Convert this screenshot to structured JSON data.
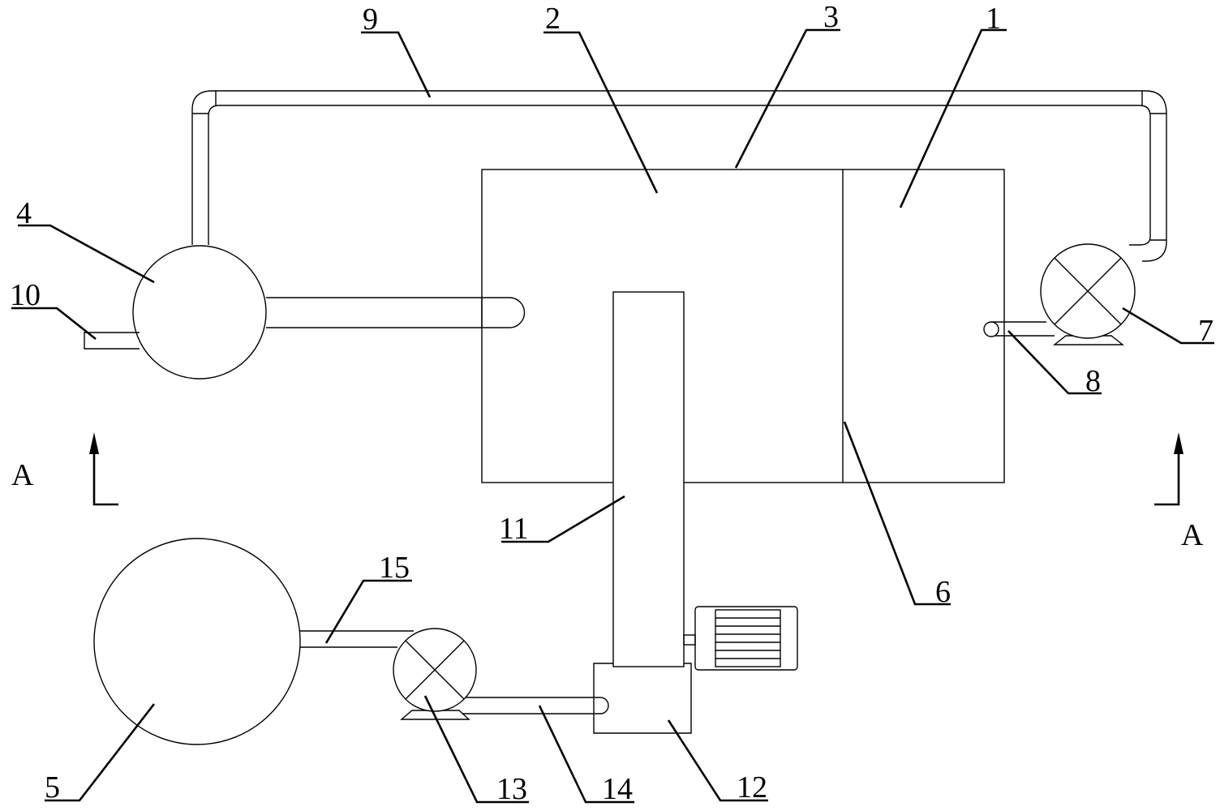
{
  "labels": {
    "l1": "1",
    "l2": "2",
    "l3": "3",
    "l4": "4",
    "l5": "5",
    "l6": "6",
    "l7": "7",
    "l8": "8",
    "l9": "9",
    "l10": "10",
    "l11": "11",
    "l12": "12",
    "l13": "13",
    "l14": "14",
    "l15": "15"
  },
  "section": {
    "left": "A",
    "right": "A"
  }
}
